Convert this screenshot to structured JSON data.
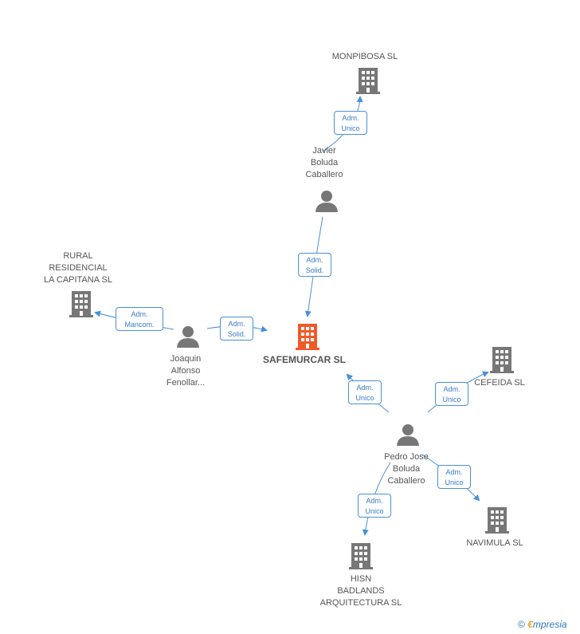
{
  "colors": {
    "edge": "#4a90d9",
    "node": "#777777",
    "center": "#f05a28",
    "text": "#555555"
  },
  "nodes": {
    "center": {
      "label": "SAFEMURCAR SL",
      "icon": "building-icon"
    },
    "monpibosa": {
      "label": "MONPIBOSA SL",
      "icon": "building-icon"
    },
    "javier": {
      "label": "Javier\nBoluda\nCaballero",
      "icon": "person-icon"
    },
    "rural": {
      "label": "RURAL\nRESIDENCIAL\nLA CAPITANA SL",
      "icon": "building-icon"
    },
    "joaquin": {
      "label": "Joaquin\nAlfonso\nFenollar...",
      "icon": "person-icon"
    },
    "cefeida": {
      "label": "CEFEIDA SL",
      "icon": "building-icon"
    },
    "pedro": {
      "label": "Pedro Jose\nBoluda\nCaballero",
      "icon": "person-icon"
    },
    "navimula": {
      "label": "NAVIMULA SL",
      "icon": "building-icon"
    },
    "hisn": {
      "label": "HISN\nBADLANDS\nARQUITECTURA SL",
      "icon": "building-icon"
    }
  },
  "edges": {
    "javier_monpibosa": "Adm.\nUnico",
    "javier_center": "Adm.\nSolid.",
    "joaquin_rural": "Adm.\nMancom.",
    "joaquin_center": "Adm.\nSolid.",
    "pedro_center": "Adm.\nUnico",
    "pedro_cefeida": "Adm.\nUnico",
    "pedro_navimula": "Adm.\nUnico",
    "pedro_hisn": "Adm.\nUnico"
  },
  "footer": {
    "copyright": "©",
    "brand_e": "€",
    "brand_rest": "mpresia"
  }
}
